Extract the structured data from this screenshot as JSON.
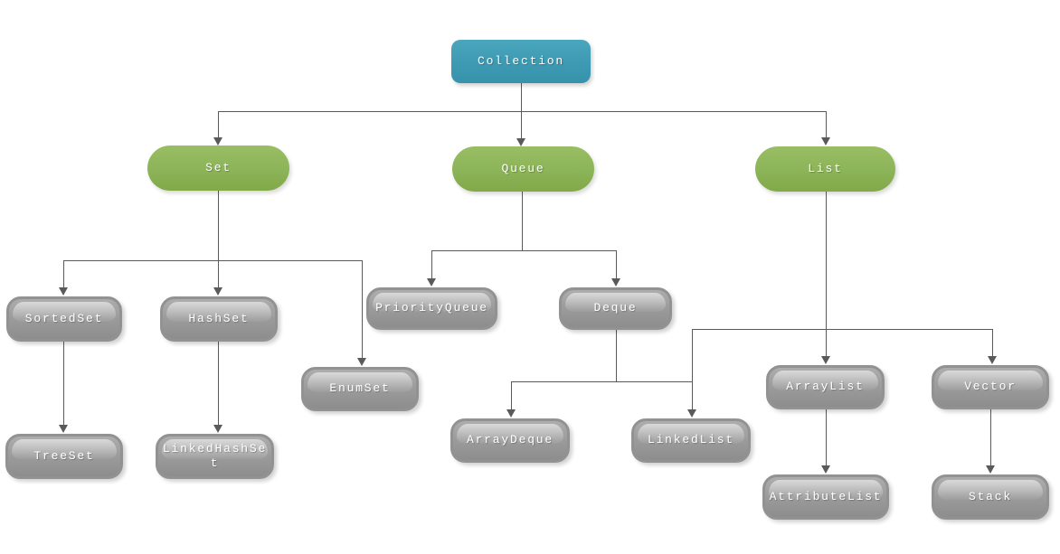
{
  "diagram": {
    "type": "tree",
    "nodes": {
      "collection": {
        "label": "Collection",
        "role": "root",
        "color": "#3d9ab2"
      },
      "set": {
        "label": "Set",
        "role": "branch",
        "color": "#8cb458"
      },
      "queue": {
        "label": "Queue",
        "role": "branch",
        "color": "#8cb458"
      },
      "list": {
        "label": "List",
        "role": "branch",
        "color": "#8cb458"
      },
      "sortedset": {
        "label": "SortedSet",
        "role": "leaf",
        "color": "#9b9b9b"
      },
      "hashset": {
        "label": "HashSet",
        "role": "leaf",
        "color": "#9b9b9b"
      },
      "priorityqueue": {
        "label": "PriorityQueue",
        "role": "leaf",
        "color": "#9b9b9b"
      },
      "deque": {
        "label": "Deque",
        "role": "leaf",
        "color": "#9b9b9b"
      },
      "enumset": {
        "label": "EnumSet",
        "role": "leaf",
        "color": "#9b9b9b"
      },
      "treeset": {
        "label": "TreeSet",
        "role": "leaf",
        "color": "#9b9b9b"
      },
      "linkedhashset": {
        "label": "LinkedHashSet",
        "role": "leaf",
        "color": "#9b9b9b"
      },
      "arraydeque": {
        "label": "ArrayDeque",
        "role": "leaf",
        "color": "#9b9b9b"
      },
      "linkedlist": {
        "label": "LinkedList",
        "role": "leaf",
        "color": "#9b9b9b"
      },
      "arraylist": {
        "label": "ArrayList",
        "role": "leaf",
        "color": "#9b9b9b"
      },
      "vector": {
        "label": "Vector",
        "role": "leaf",
        "color": "#9b9b9b"
      },
      "attributelist": {
        "label": "AttributeList",
        "role": "leaf",
        "color": "#9b9b9b"
      },
      "stack": {
        "label": "Stack",
        "role": "leaf",
        "color": "#9b9b9b"
      }
    },
    "edges": [
      {
        "from": "Collection",
        "to": "Set"
      },
      {
        "from": "Collection",
        "to": "Queue"
      },
      {
        "from": "Collection",
        "to": "List"
      },
      {
        "from": "Set",
        "to": "SortedSet"
      },
      {
        "from": "Set",
        "to": "HashSet"
      },
      {
        "from": "Set",
        "to": "EnumSet"
      },
      {
        "from": "SortedSet",
        "to": "TreeSet"
      },
      {
        "from": "HashSet",
        "to": "LinkedHashSet"
      },
      {
        "from": "Queue",
        "to": "PriorityQueue"
      },
      {
        "from": "Queue",
        "to": "Deque"
      },
      {
        "from": "Deque",
        "to": "ArrayDeque"
      },
      {
        "from": "Deque",
        "to": "LinkedList"
      },
      {
        "from": "List",
        "to": "LinkedList"
      },
      {
        "from": "List",
        "to": "ArrayList"
      },
      {
        "from": "List",
        "to": "Vector"
      },
      {
        "from": "ArrayList",
        "to": "AttributeList"
      },
      {
        "from": "Vector",
        "to": "Stack"
      }
    ],
    "colors": {
      "root_fill": "#3d9ab2",
      "branch_fill": "#8cb458",
      "leaf_fill": "#9b9b9b",
      "connector": "#5a5a5a",
      "text": "#ffffff",
      "background": "#ffffff"
    }
  }
}
